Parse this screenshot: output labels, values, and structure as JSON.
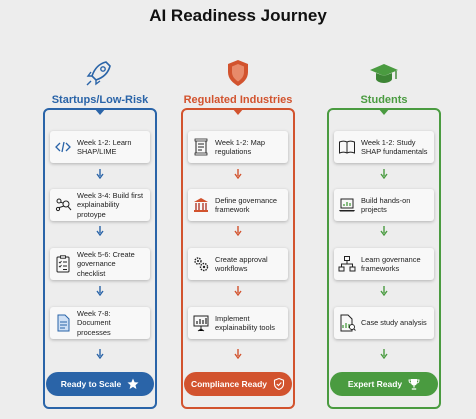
{
  "title": "AI Readiness Journey",
  "colors": {
    "blue": "#2a64a8",
    "red": "#d2532e",
    "green": "#4a9b40"
  },
  "columns": [
    {
      "icon": "rocket-icon",
      "title": "Startups/Low-Risk",
      "steps": [
        {
          "icon": "code-icon",
          "text": "Week 1-2: Learn SHAP/LIME"
        },
        {
          "icon": "network-search-icon",
          "text": "Week 3-4: Build first explainability protoype"
        },
        {
          "icon": "checklist-icon",
          "text": "Week 5-6: Create governance checklist"
        },
        {
          "icon": "document-icon",
          "text": "Week 7-8: Document processes"
        }
      ],
      "outcome": {
        "label": "Ready to Scale",
        "icon": "star-icon"
      }
    },
    {
      "icon": "shield-icon",
      "title": "Regulated Industries",
      "steps": [
        {
          "icon": "scroll-icon",
          "text": "Week 1-2: Map regulations"
        },
        {
          "icon": "bank-icon",
          "text": "Define governance framework"
        },
        {
          "icon": "gears-icon",
          "text": "Create approval workflows"
        },
        {
          "icon": "presentation-chart-icon",
          "text": "Implement explainability tools"
        }
      ],
      "outcome": {
        "label": "Compliance Ready",
        "icon": "shield-check-icon"
      }
    },
    {
      "icon": "graduation-cap-icon",
      "title": "Students",
      "steps": [
        {
          "icon": "book-icon",
          "text": "Week 1-2: Study SHAP fundamentals"
        },
        {
          "icon": "laptop-chart-icon",
          "text": "Build hands-on projects"
        },
        {
          "icon": "hierarchy-icon",
          "text": "Learn governance frameworks"
        },
        {
          "icon": "document-chart-icon",
          "text": "Case study analysis"
        }
      ],
      "outcome": {
        "label": "Expert Ready",
        "icon": "trophy-icon"
      }
    }
  ]
}
